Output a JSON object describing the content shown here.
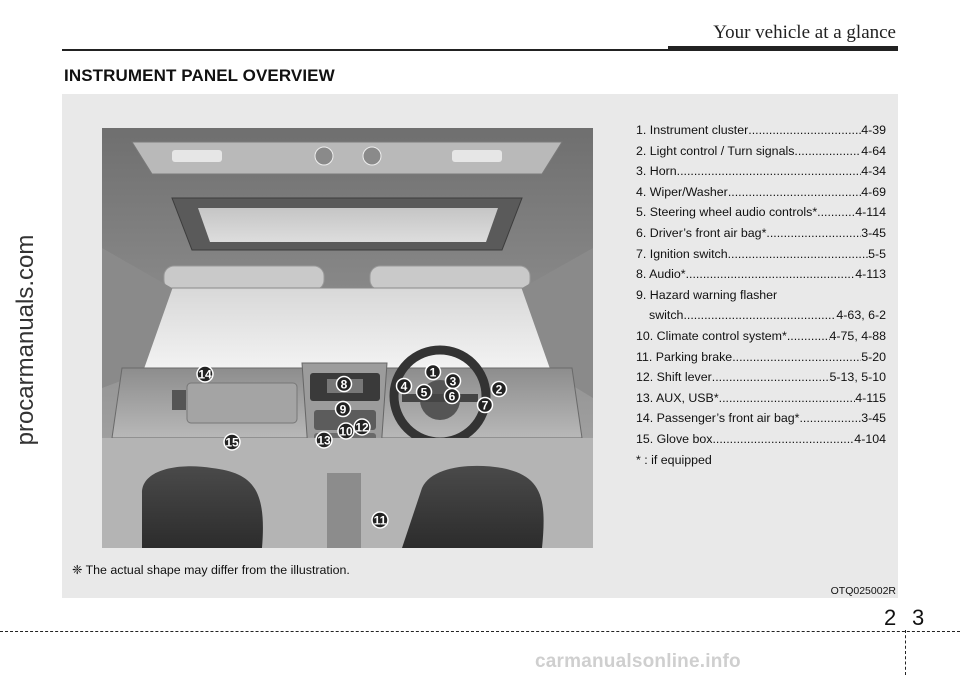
{
  "header": {
    "title": "Your vehicle at a glance"
  },
  "section": {
    "title": "INSTRUMENT PANEL OVERVIEW"
  },
  "items": [
    {
      "label": "1. Instrument cluster",
      "page": "4-39"
    },
    {
      "label": "2. Light control / Turn signals ",
      "page": "4-64"
    },
    {
      "label": "3. Horn ",
      "page": "4-34"
    },
    {
      "label": "4. Wiper/Washer",
      "page": "4-69"
    },
    {
      "label": "5. Steering wheel audio controls* ",
      "page": "4-114"
    },
    {
      "label": "6. Driver’s front air bag* ",
      "page": "3-45"
    },
    {
      "label": "7. Ignition switch",
      "page": "5-5"
    },
    {
      "label": "8. Audio* ",
      "page": "4-113"
    },
    {
      "label": "9. Hazard warning flasher",
      "label2": "switch ",
      "page": "4-63, 6-2"
    },
    {
      "label": "10. Climate control system* ",
      "page": "4-75, 4-88"
    },
    {
      "label": "11. Parking brake ",
      "page": "5-20"
    },
    {
      "label": "12. Shift lever ",
      "page": "5-13, 5-10"
    },
    {
      "label": "13. AUX, USB* ",
      "page": "4-115"
    },
    {
      "label": "14. Passenger’s front air bag* ",
      "page": "3-45"
    },
    {
      "label": "15. Glove box ",
      "page": "4-104"
    }
  ],
  "footnote": "* : if equipped",
  "note": "❈ The actual shape may differ from the illustration.",
  "image_code": "OTQ025002R",
  "page_number": {
    "section": "2",
    "page": "3"
  },
  "watermark_side": "procarmanuals.com",
  "watermark_footer": "carmanualsonline.info",
  "callouts": [
    "1",
    "2",
    "3",
    "4",
    "5",
    "6",
    "7",
    "8",
    "9",
    "10",
    "11",
    "12",
    "13",
    "14",
    "15"
  ]
}
